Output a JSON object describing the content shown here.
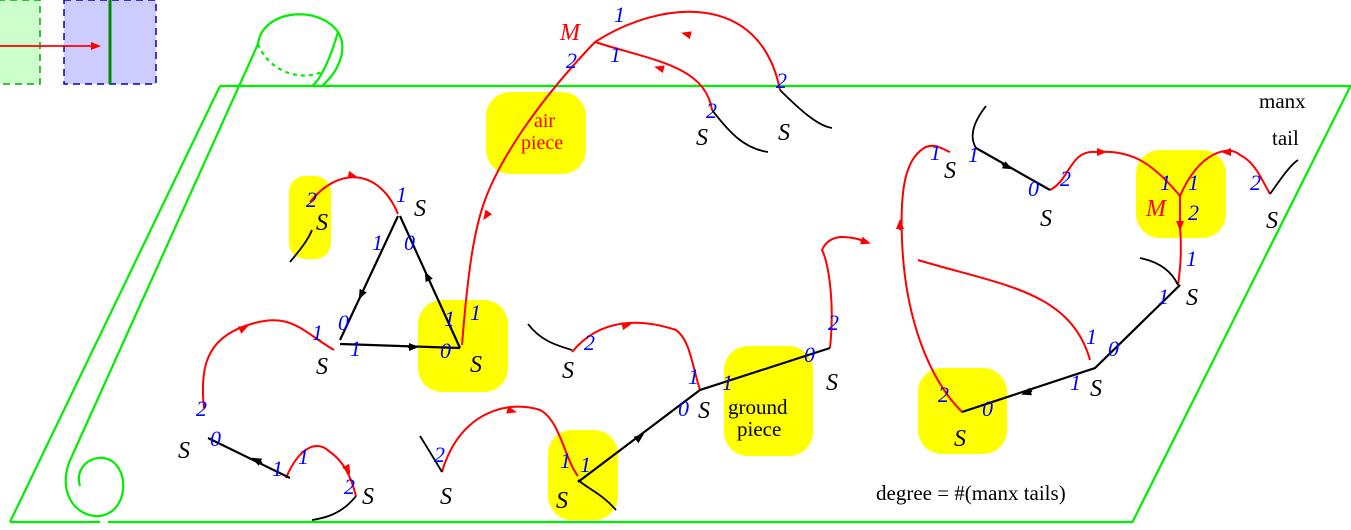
{
  "colors": {
    "sheet": "#00ee00",
    "edge_red": "#ff0000",
    "edge_black": "#000000",
    "highlight": "#ffff00",
    "label_blue": "#0000ff",
    "inset_green_fill": "#ccffcc",
    "inset_blue_fill": "#ccccff"
  },
  "labels": {
    "air_piece_line1": "air",
    "air_piece_line2": "piece",
    "ground_piece_line1": "ground",
    "ground_piece_line2": "piece",
    "manx_tail_line1": "manx",
    "manx_tail_line2": "tail",
    "degree_caption": "degree = #(manx tails)"
  },
  "vertex_symbols": {
    "source": "S",
    "merge": "M"
  },
  "half_edge_numbers": [
    "0",
    "1",
    "2"
  ],
  "icons": [
    "rolled-sheet-icon",
    "arrow-head-icon"
  ]
}
